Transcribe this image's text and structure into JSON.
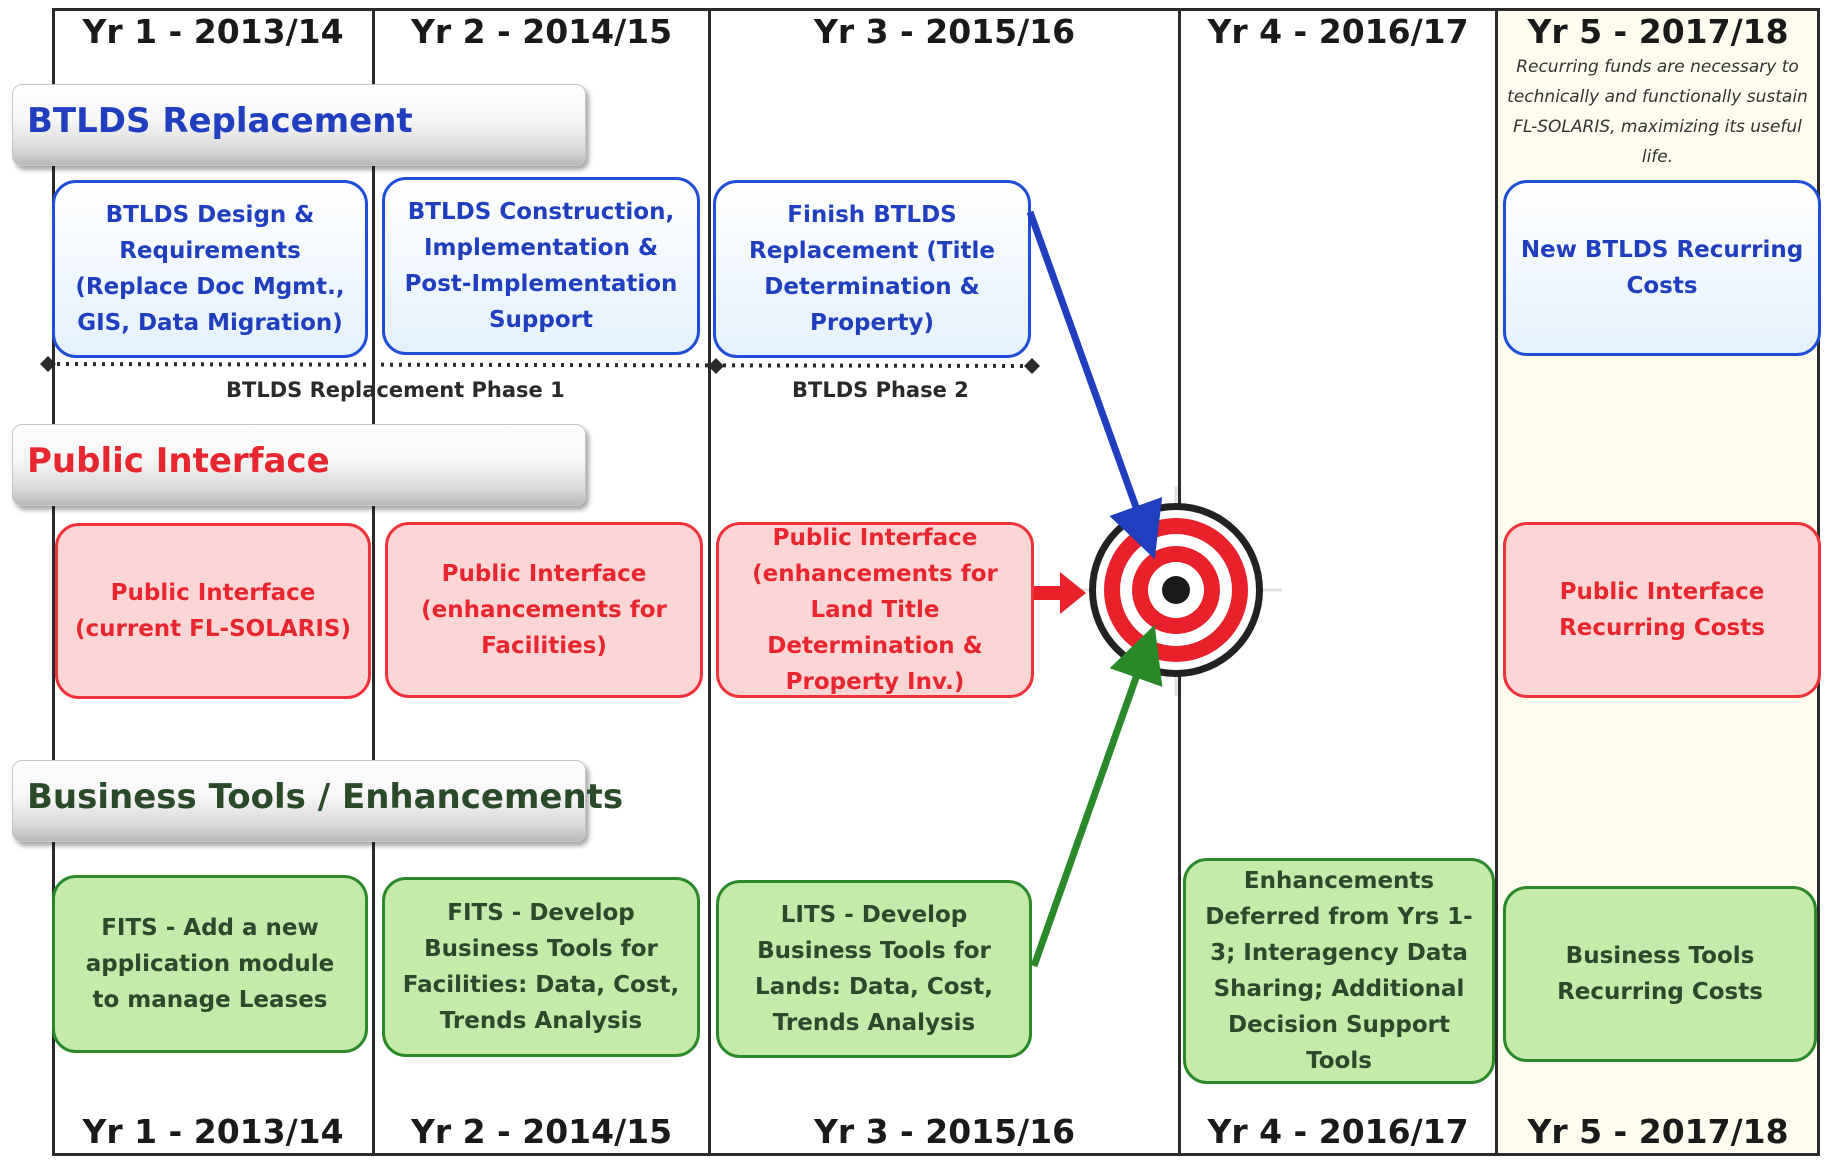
{
  "columns": {
    "top": [
      "Yr 1 - 2013/14",
      "Yr 2 - 2014/15",
      "Yr 3 - 2015/16",
      "Yr 4 - 2016/17",
      "Yr 5 - 2017/18"
    ],
    "bottom": [
      "Yr 1 - 2013/14",
      "Yr 2 - 2014/15",
      "Yr 3 - 2015/16",
      "Yr 4 - 2016/17",
      "Yr 5 - 2017/18"
    ],
    "yr5_note": "Recurring funds are necessary to technically and functionally sustain FL-SOLARIS, maximizing its useful life."
  },
  "tracks": {
    "btlds": {
      "title": "BTLDS Replacement",
      "color": "#1f3fbf",
      "boxes": [
        "BTLDS Design & Requirements (Replace Doc Mgmt., GIS, Data Migration)",
        "BTLDS Construction, Implementation & Post-Implementation Support",
        "Finish BTLDS Replacement (Title Determination & Property)",
        "New BTLDS Recurring Costs"
      ],
      "phase1": "BTLDS Replacement Phase 1",
      "phase2": "BTLDS Phase 2"
    },
    "public": {
      "title": "Public Interface",
      "color": "#e8262e",
      "boxes": [
        "Public Interface (current FL-SOLARIS)",
        "Public Interface (enhancements for Facilities)",
        "Public Interface (enhancements for Land Title Determination & Property Inv.)",
        "Public Interface Recurring Costs"
      ]
    },
    "business": {
      "title": "Business Tools / Enhancements",
      "color": "#2a4a2a",
      "boxes": [
        "FITS - Add a new application module to manage Leases",
        "FITS - Develop Business Tools for Facilities: Data, Cost, Trends Analysis",
        "LITS - Develop Business Tools for Lands: Data, Cost, Trends Analysis",
        "Enhancements Deferred from Yrs 1-3; Interagency Data Sharing; Additional Decision Support Tools",
        "Business Tools Recurring Costs"
      ]
    }
  },
  "icons": {
    "target": "target-icon"
  }
}
